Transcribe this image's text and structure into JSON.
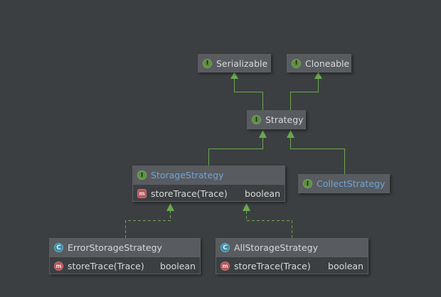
{
  "diagram": {
    "nodes": {
      "serializable": {
        "name": "Serializable",
        "kind": "interface",
        "icon": "interface-icon"
      },
      "cloneable": {
        "name": "Cloneable",
        "kind": "interface",
        "icon": "interface-icon"
      },
      "strategy": {
        "name": "Strategy",
        "kind": "interface",
        "icon": "interface-icon"
      },
      "storage_strategy": {
        "name": "StorageStrategy",
        "kind": "interface",
        "icon": "interface-icon",
        "method": {
          "name": "storeTrace(Trace)",
          "returns": "boolean",
          "icon": "abstract-method-icon"
        }
      },
      "collect_strategy": {
        "name": "CollectStrategy",
        "kind": "interface",
        "icon": "interface-icon"
      },
      "error_storage_strategy": {
        "name": "ErrorStorageStrategy",
        "kind": "class",
        "icon": "class-icon",
        "method": {
          "name": "storeTrace(Trace)",
          "returns": "boolean",
          "icon": "method-icon"
        }
      },
      "all_storage_strategy": {
        "name": "AllStorageStrategy",
        "kind": "class",
        "icon": "class-icon",
        "method": {
          "name": "storeTrace(Trace)",
          "returns": "boolean",
          "icon": "method-icon"
        }
      }
    },
    "edges": [
      {
        "from": "strategy",
        "to": "serializable",
        "type": "extends"
      },
      {
        "from": "strategy",
        "to": "cloneable",
        "type": "extends"
      },
      {
        "from": "storage_strategy",
        "to": "strategy",
        "type": "extends"
      },
      {
        "from": "collect_strategy",
        "to": "strategy",
        "type": "extends"
      },
      {
        "from": "error_storage_strategy",
        "to": "storage_strategy",
        "type": "implements"
      },
      {
        "from": "all_storage_strategy",
        "to": "storage_strategy",
        "type": "implements"
      }
    ],
    "badges": {
      "interface": "I",
      "class": "C",
      "method": "m"
    },
    "colors": {
      "background": "#3c3f41",
      "node_header": "#585c60",
      "edge": "#6aa84f",
      "interface_badge": "#5e8f42",
      "class_badge": "#3e8ca6",
      "method_badge": "#b4565a",
      "link_text": "#6fa3d6"
    }
  }
}
